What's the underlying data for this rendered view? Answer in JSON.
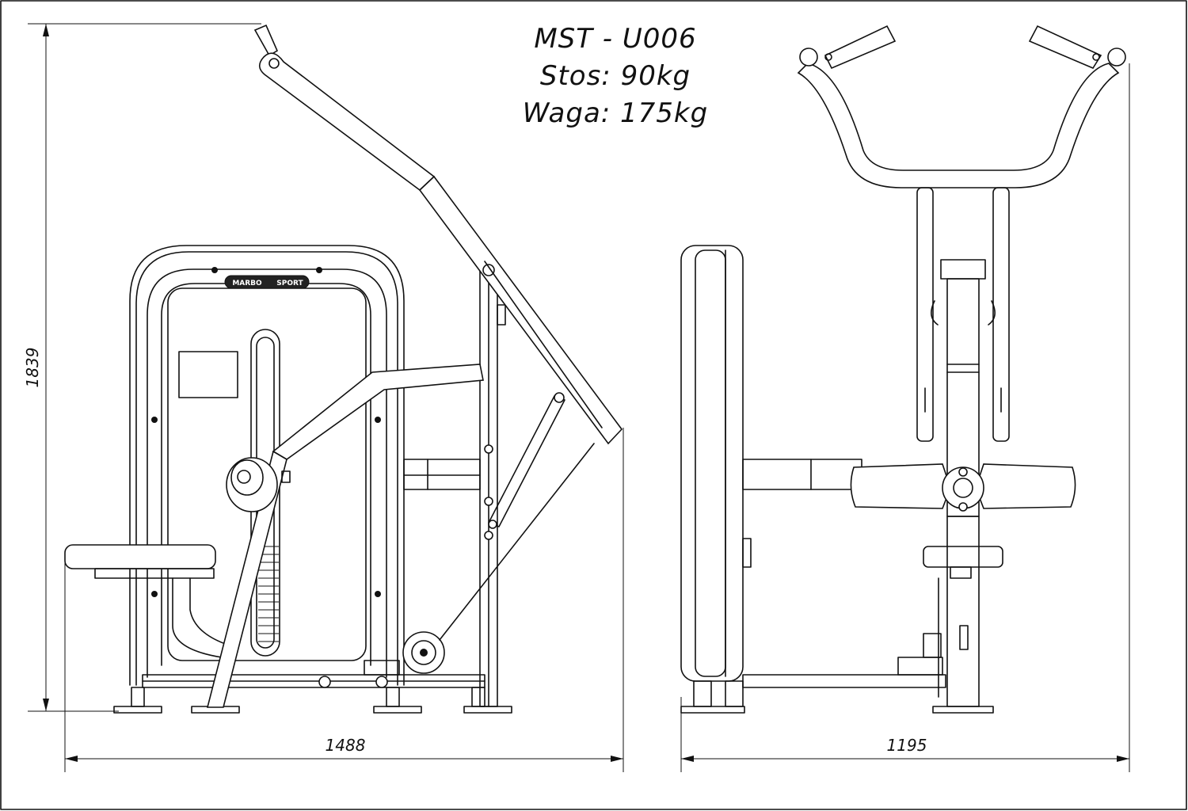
{
  "title": {
    "model": "MST - U006",
    "stack": "Stos: 90kg",
    "weight": "Waga: 175kg"
  },
  "dimensions": {
    "height": "1839",
    "side_width": "1488",
    "front_width": "1195"
  },
  "logo": {
    "left": "MARBO",
    "right": "SPORT"
  }
}
